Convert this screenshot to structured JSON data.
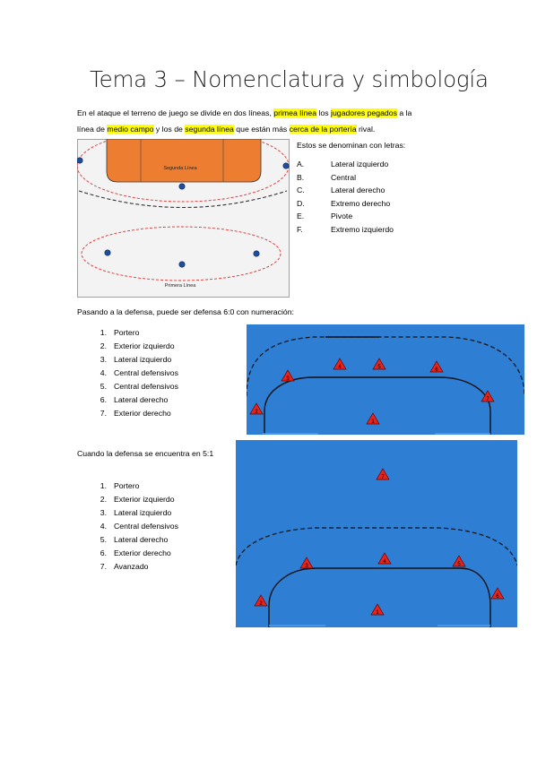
{
  "title": "Tema 3 – Nomenclatura y simbología",
  "intro": {
    "l1_a": "En el ataque el terreno de juego se divide en dos líneas, ",
    "l1_hl1": "primea línea",
    "l1_b": " los ",
    "l1_hl2": "jugadores pegados",
    "l1_c": " a la",
    "l2_a": "línea de ",
    "l2_hl1": "medio campo",
    "l2_b": " y los de ",
    "l2_hl2": "segunda línea",
    "l2_c": " que están más ",
    "l2_hl3": "cerca de la portería",
    "l2_d": " rival."
  },
  "figure1": {
    "segunda_label": "Segunda Línea",
    "primera_label": "Primera Línea"
  },
  "letters_intro": "Estos se denominan con letras:",
  "letters": [
    {
      "letter": "A.",
      "name": "Lateral izquierdo"
    },
    {
      "letter": "B.",
      "name": "Central"
    },
    {
      "letter": "C.",
      "name": "Lateral derecho"
    },
    {
      "letter": "D.",
      "name": "Extremo derecho"
    },
    {
      "letter": "E.",
      "name": "Pivote"
    },
    {
      "letter": "F.",
      "name": "Extremo izquierdo"
    }
  ],
  "defense_intro": "Pasando a la defensa, puede ser defensa 6:0 con numeración:",
  "defense_60": [
    {
      "num": "1.",
      "name": "Portero"
    },
    {
      "num": "2.",
      "name": "Exterior izquierdo"
    },
    {
      "num": "3.",
      "name": "Lateral izquierdo"
    },
    {
      "num": "4.",
      "name": "Central defensivos"
    },
    {
      "num": "5.",
      "name": "Central defensivos"
    },
    {
      "num": "6.",
      "name": "Lateral derecho"
    },
    {
      "num": "7.",
      "name": "Exterior derecho"
    }
  ],
  "defense51_intro": "Cuando la defensa se encuentra en 5:1",
  "defense_51": [
    {
      "num": "1.",
      "name": "Portero"
    },
    {
      "num": "2.",
      "name": "Exterior izquierdo"
    },
    {
      "num": "3.",
      "name": "Lateral izquierdo"
    },
    {
      "num": "4.",
      "name": "Central defensivos"
    },
    {
      "num": "5.",
      "name": "Lateral derecho"
    },
    {
      "num": "6.",
      "name": "Exterior derecho"
    },
    {
      "num": "7.",
      "name": "Avanzado"
    }
  ],
  "figure2_numbers": [
    "1",
    "2",
    "3",
    "4",
    "5",
    "6",
    "7"
  ],
  "figure3_numbers": [
    "1",
    "2",
    "3",
    "4",
    "5",
    "6",
    "7"
  ],
  "colors": {
    "court_blue": "#2e7ed3",
    "goal_area_orange": "#ed7d31",
    "highlight": "#ffff00",
    "player_red": "#e8231b",
    "attacker_blue": "#1f4e9c"
  }
}
